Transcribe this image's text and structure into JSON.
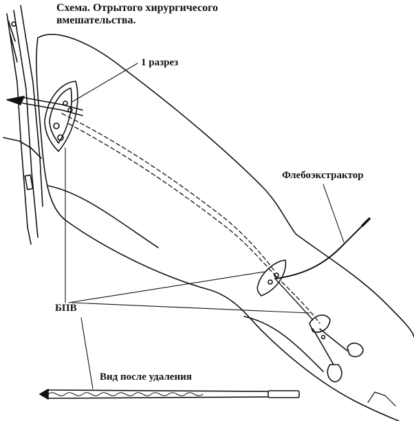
{
  "title": {
    "line1": "Схема. Отрытого хирургичесого",
    "line2": "вмешательства."
  },
  "labels": {
    "incision": "1 разрез",
    "stripper": "Флебоэкстрактор",
    "vein": "БПВ",
    "after_removal": "Вид после удаления"
  },
  "colors": {
    "ink": "#111111",
    "background": "#ffffff"
  }
}
